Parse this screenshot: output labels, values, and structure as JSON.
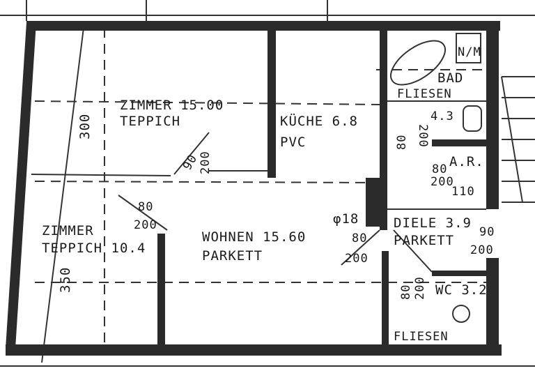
{
  "rooms": {
    "zimmer_large": {
      "name": "ZIMMER 15.00",
      "floor": "TEPPICH",
      "dim": "300"
    },
    "kueche": {
      "name": "KÜCHE 6.8",
      "floor": "PVC"
    },
    "bad": {
      "name": "BAD",
      "floor": "FLIESEN",
      "area": "4.3",
      "wm": "N/M"
    },
    "ar": {
      "name": "A.R.",
      "door_w": "80",
      "door_h": "200",
      "w": "110",
      "side_w": "80",
      "side_h": "200"
    },
    "zimmer_small": {
      "name": "ZIMMER",
      "floor": "TEPPICH 10.4",
      "dim": "350",
      "door_w": "80",
      "door_h": "200"
    },
    "wohnen": {
      "name": "WOHNEN 15.60",
      "floor": "PARKETT",
      "chimney": "φ18",
      "door_w": "80",
      "door_h": "200",
      "door2_w": "90",
      "door2_h": "200"
    },
    "diele": {
      "name": "DIELE 3.9",
      "floor": "PARKETT",
      "door_w": "90",
      "door_h": "200"
    },
    "wc": {
      "name": "WC 3.2",
      "floor": "FLIESEN",
      "door_w": "80",
      "door_h": "200"
    }
  },
  "colors": {
    "wall": "#2b2b2b",
    "paper": "#ffffff",
    "ink": "#1a1a1a"
  }
}
